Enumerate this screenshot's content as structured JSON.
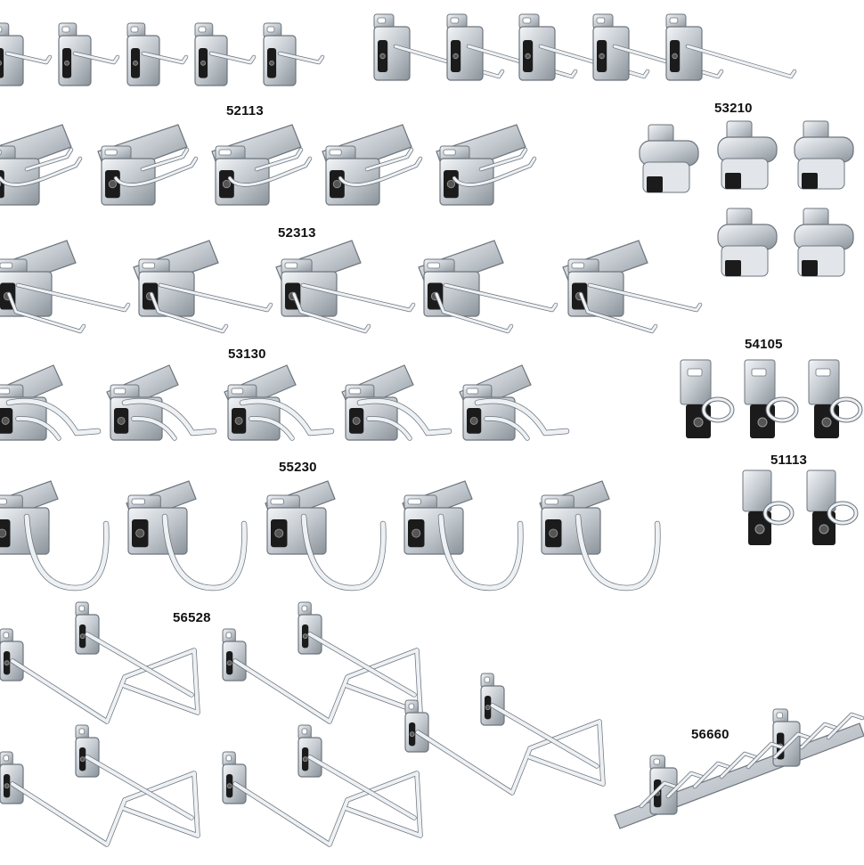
{
  "labels": {
    "l52113": "52113",
    "l53210": "53210",
    "l52313": "52313",
    "l53130": "53130",
    "l54105": "54105",
    "l55230": "55230",
    "l51113": "51113",
    "l56528": "56528",
    "l56660": "56660"
  },
  "colors": {
    "background": "#ffffff",
    "metal_light": "#eef1f4",
    "metal_mid": "#b9c0c7",
    "metal_dark": "#6d757d",
    "rubber": "#1b1b1b",
    "text": "#111111"
  }
}
